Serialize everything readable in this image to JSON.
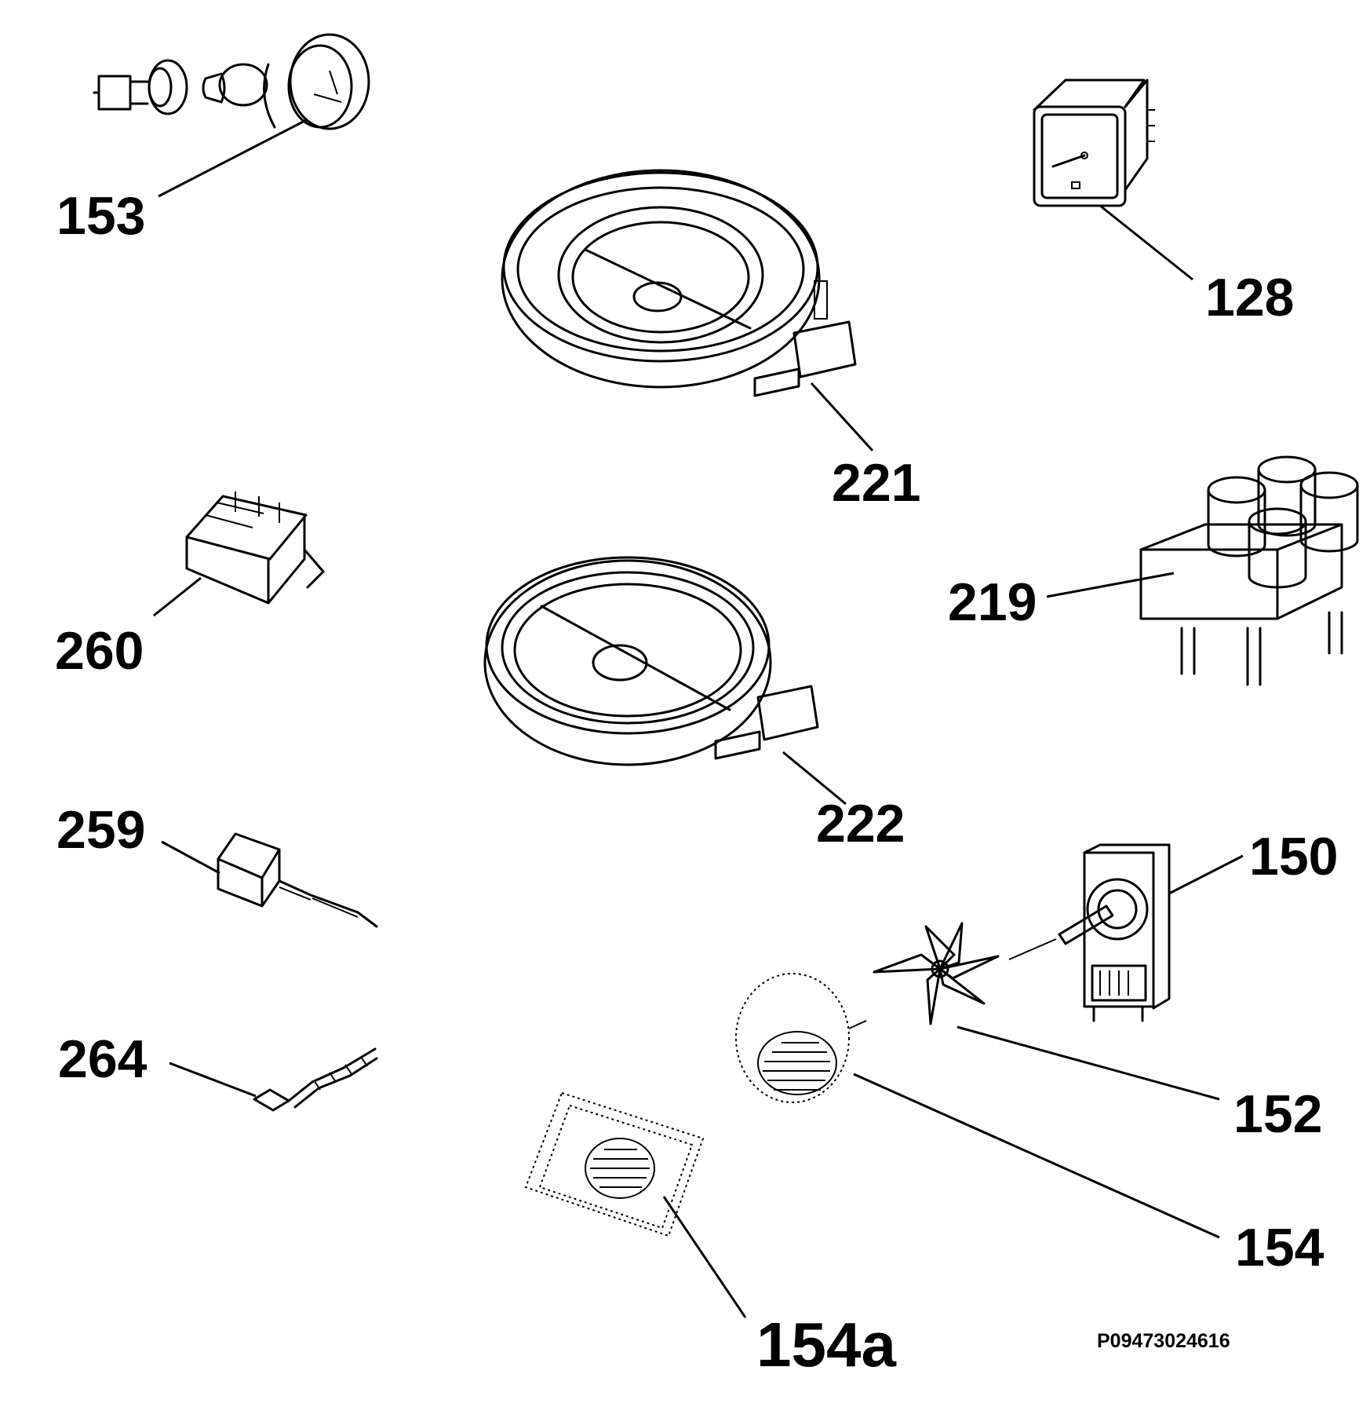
{
  "diagram": {
    "drawing_code": "P09473024616",
    "callouts": [
      {
        "id": "153",
        "text": "153",
        "part": "oven-lamp"
      },
      {
        "id": "128",
        "text": "128",
        "part": "timer"
      },
      {
        "id": "221",
        "text": "221",
        "part": "dual-hotplate-element"
      },
      {
        "id": "222",
        "text": "222",
        "part": "single-hotplate-element"
      },
      {
        "id": "219",
        "text": "219",
        "part": "contactor-block"
      },
      {
        "id": "260",
        "text": "260",
        "part": "selector-switch"
      },
      {
        "id": "259",
        "text": "259",
        "part": "energy-regulator"
      },
      {
        "id": "264",
        "text": "264",
        "part": "thermostat"
      },
      {
        "id": "150",
        "text": "150",
        "part": "fan-motor"
      },
      {
        "id": "152",
        "text": "152",
        "part": "fan-blade"
      },
      {
        "id": "154",
        "text": "154",
        "part": "fan-cover"
      },
      {
        "id": "154a",
        "text": "154a",
        "part": "grille-cover"
      }
    ]
  }
}
